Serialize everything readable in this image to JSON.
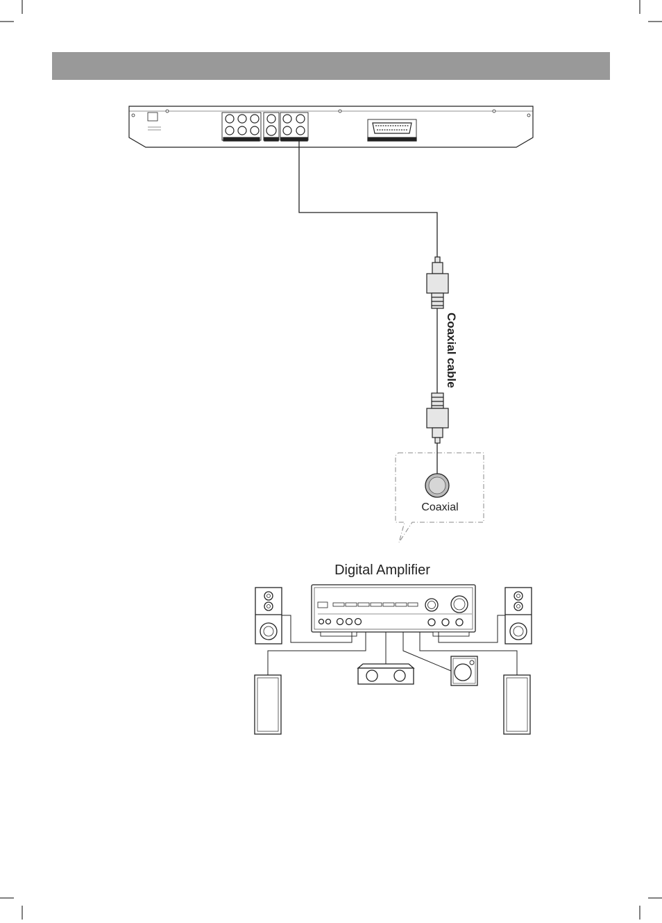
{
  "header_bar": {
    "color": "#999999"
  },
  "labels": {
    "cable": "Coaxial cable",
    "port": "Coaxial",
    "amplifier": "Digital Amplifier"
  },
  "icons": [
    "dvd-player-back-panel",
    "rca-plug-icon",
    "coaxial-jack-icon",
    "amplifier",
    "speaker-icon",
    "subwoofer-icon"
  ],
  "colors": {
    "line": "#222222",
    "connector": "#dddddd"
  }
}
